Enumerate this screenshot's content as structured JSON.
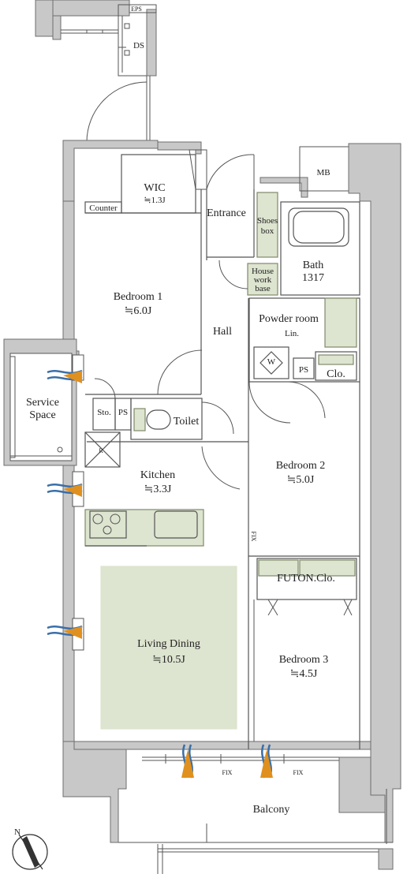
{
  "rooms": {
    "eps": "EPS",
    "ds": "DS",
    "mb": "MB",
    "wic": {
      "name": "WIC",
      "size": "≒1.3J"
    },
    "counter": "Counter",
    "entrance": "Entrance",
    "shoes_box": {
      "line1": "Shoes",
      "line2": "box"
    },
    "bath": {
      "name": "Bath",
      "size": "1317"
    },
    "house_work_base": {
      "line1": "House",
      "line2": "work",
      "line3": "base"
    },
    "bedroom1": {
      "name": "Bedroom 1",
      "size": "≒6.0J"
    },
    "hall": "Hall",
    "powder_room": "Powder room",
    "lin": "Lin.",
    "w": "W",
    "ps": "PS",
    "clo": "Clo.",
    "service_space": {
      "line1": "Service",
      "line2": "Space"
    },
    "sto": "Sto.",
    "ps2": "PS",
    "toilet": "Toilet",
    "r": "R",
    "kitchen": {
      "name": "Kitchen",
      "size": "≒3.3J"
    },
    "bedroom2": {
      "name": "Bedroom 2",
      "size": "≒5.0J"
    },
    "fix_vertical": "FIX",
    "futon_clo": "FUTON.Clo.",
    "living_dining": {
      "name": "Living Dining",
      "size": "≒10.5J"
    },
    "bedroom3": {
      "name": "Bedroom 3",
      "size": "≒4.5J"
    },
    "fix_left": "FIX",
    "fix_right": "FIX",
    "balcony": "Balcony",
    "north": "N"
  },
  "colors": {
    "wall": "#c8c8c8",
    "wall_stroke": "#6e6e6e",
    "line": "#555555",
    "fixture": "#dde4cf",
    "fixture_stroke": "#7e8a6a",
    "airflow_blue": "#3a6fa8",
    "airflow_orange": "#e0901e"
  }
}
